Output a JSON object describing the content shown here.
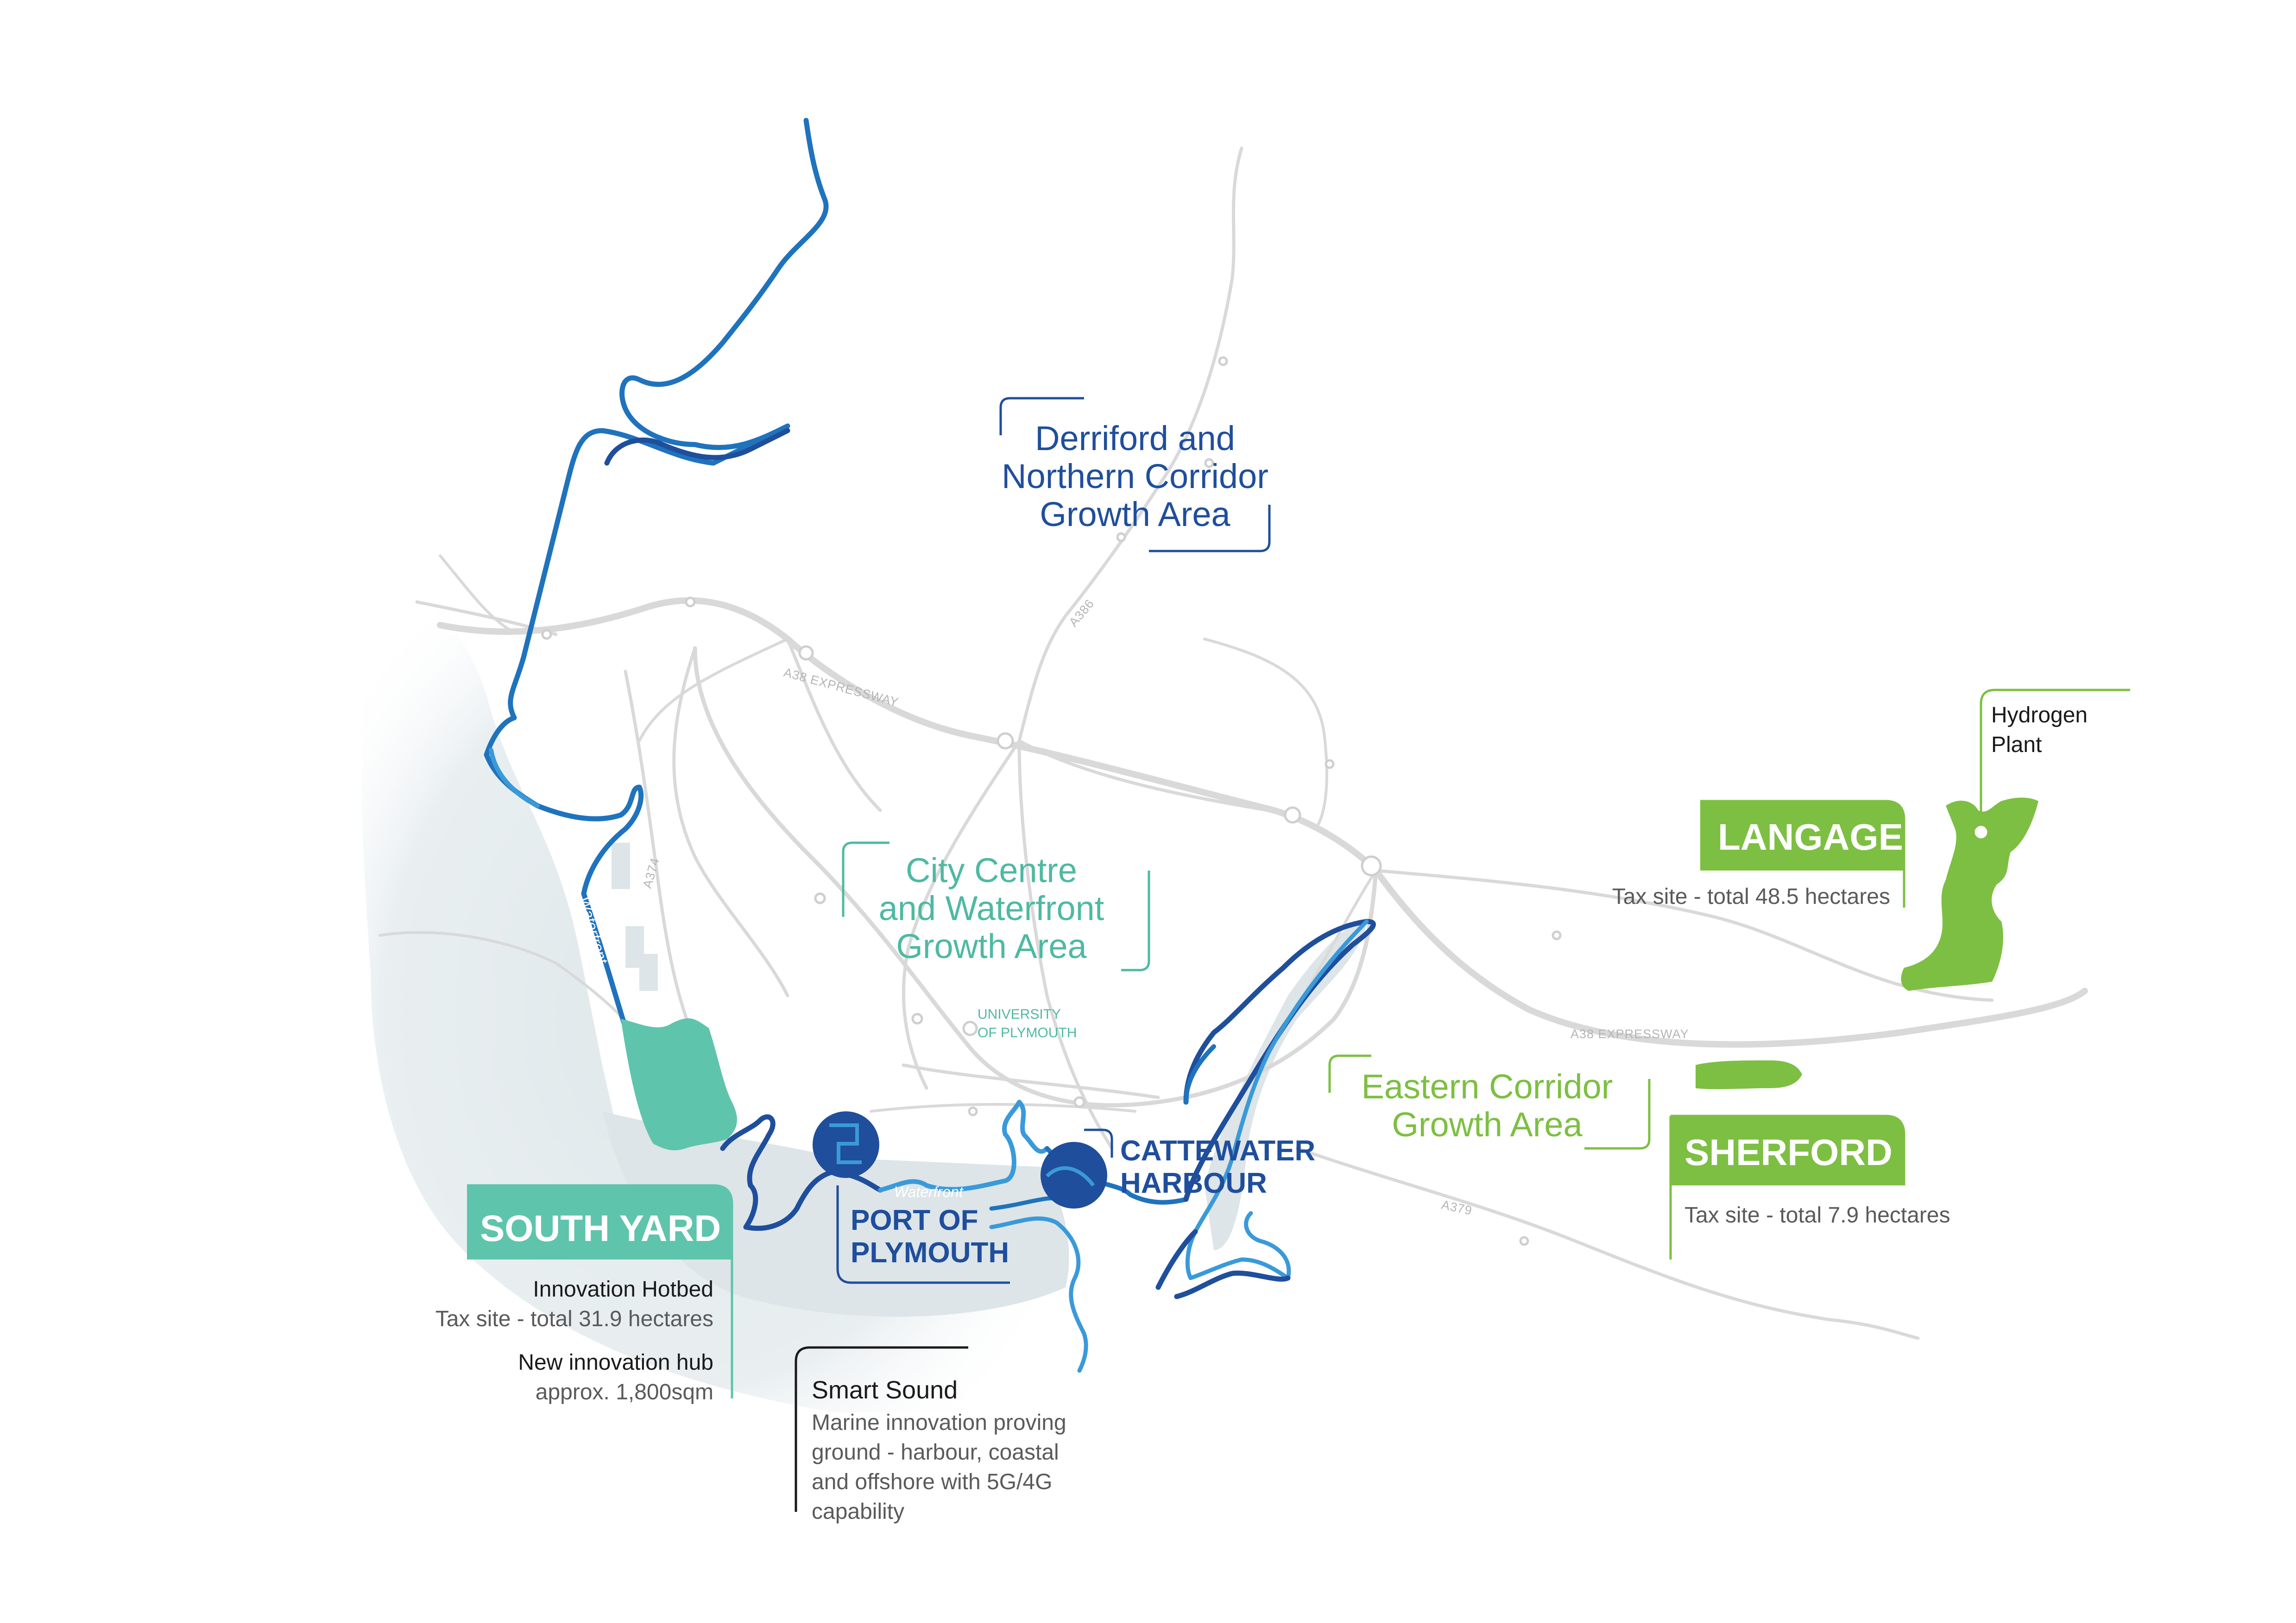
{
  "colors": {
    "water": "#e4ebee",
    "road": "#d9d9d9",
    "coast_blue": "#1f4e9c",
    "coast_light": "#3a9ad9",
    "teal": "#5fc4ac",
    "teal_text": "#4fb9a2",
    "green": "#7dbf42",
    "navy": "#1f4e9c"
  },
  "growth_areas": {
    "derriford": [
      "Derriford and",
      "Northern Corridor",
      "Growth Area"
    ],
    "city_centre": [
      "City Centre",
      "and Waterfront",
      "Growth Area"
    ],
    "eastern": [
      "Eastern Corridor",
      "Growth Area"
    ]
  },
  "roads": {
    "a38_west": "A38 EXPRESSWAY",
    "a38_east": "A38 EXPRESSWAY",
    "a386": "A386",
    "a374": "A374",
    "a379": "A379"
  },
  "waterfront": {
    "west": "Waterfront",
    "south": "Waterfront"
  },
  "university": [
    "UNIVERSITY",
    "OF PLYMOUTH"
  ],
  "sites": {
    "south_yard": {
      "title": "SOUTH YARD",
      "line1_title": "Innovation Hotbed",
      "line1_detail": "Tax site - total 31.9 hectares",
      "line2_title": "New innovation hub",
      "line2_detail": "approx. 1,800sqm"
    },
    "port": [
      "PORT OF",
      "PLYMOUTH"
    ],
    "cattewater": [
      "CATTEWATER",
      "HARBOUR"
    ],
    "smart_sound": {
      "title": "Smart Sound",
      "lines": [
        "Marine innovation proving",
        "ground - harbour, coastal",
        "and offshore with 5G/4G",
        "capability"
      ]
    },
    "langage": {
      "title": "LANGAGE",
      "detail": "Tax site - total 48.5 hectares"
    },
    "hydrogen": [
      "Hydrogen",
      "Plant"
    ],
    "sherford": {
      "title": "SHERFORD",
      "detail": "Tax site - total 7.9 hectares"
    }
  }
}
